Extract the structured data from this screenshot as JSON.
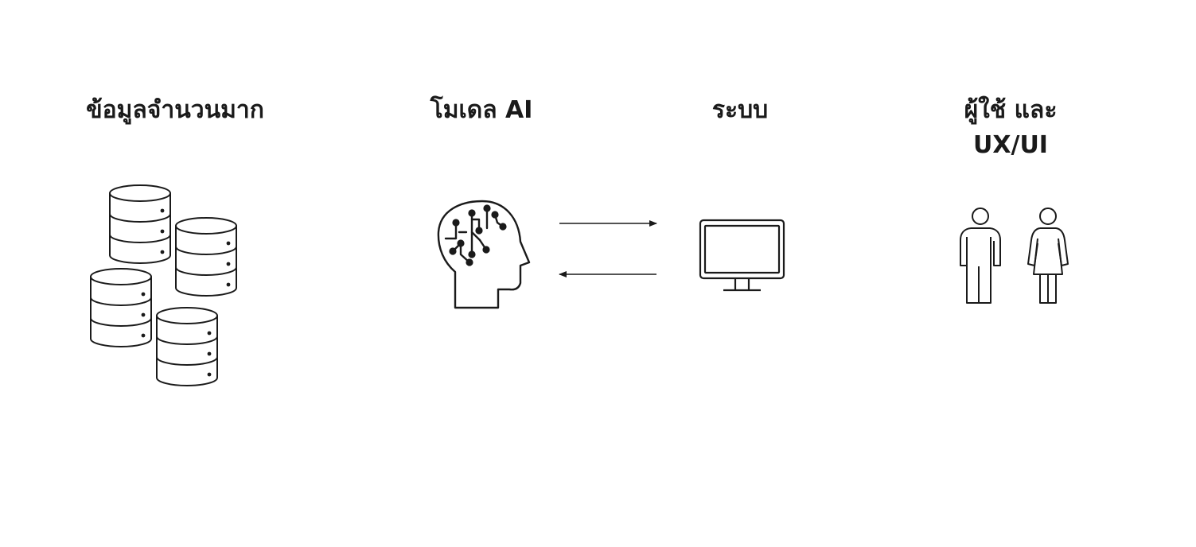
{
  "diagram": {
    "stages": [
      {
        "id": "data",
        "label": "ข้อมูลจำนวนมาก",
        "icon": "database-stack-icon"
      },
      {
        "id": "model",
        "label": "โมเดล AI",
        "icon": "ai-brain-head-icon"
      },
      {
        "id": "system",
        "label": "ระบบ",
        "icon": "monitor-icon"
      },
      {
        "id": "users",
        "label_line1": "ผู้ใช้ และ",
        "label_line2": "UX/UI",
        "icon": "users-icon"
      }
    ],
    "connectors": [
      {
        "from": "model",
        "to": "system",
        "direction": "right"
      },
      {
        "from": "system",
        "to": "model",
        "direction": "left"
      }
    ]
  },
  "colors": {
    "background": "#ffffff",
    "stroke": "#1a1a1a",
    "text": "#1a1a1a"
  }
}
